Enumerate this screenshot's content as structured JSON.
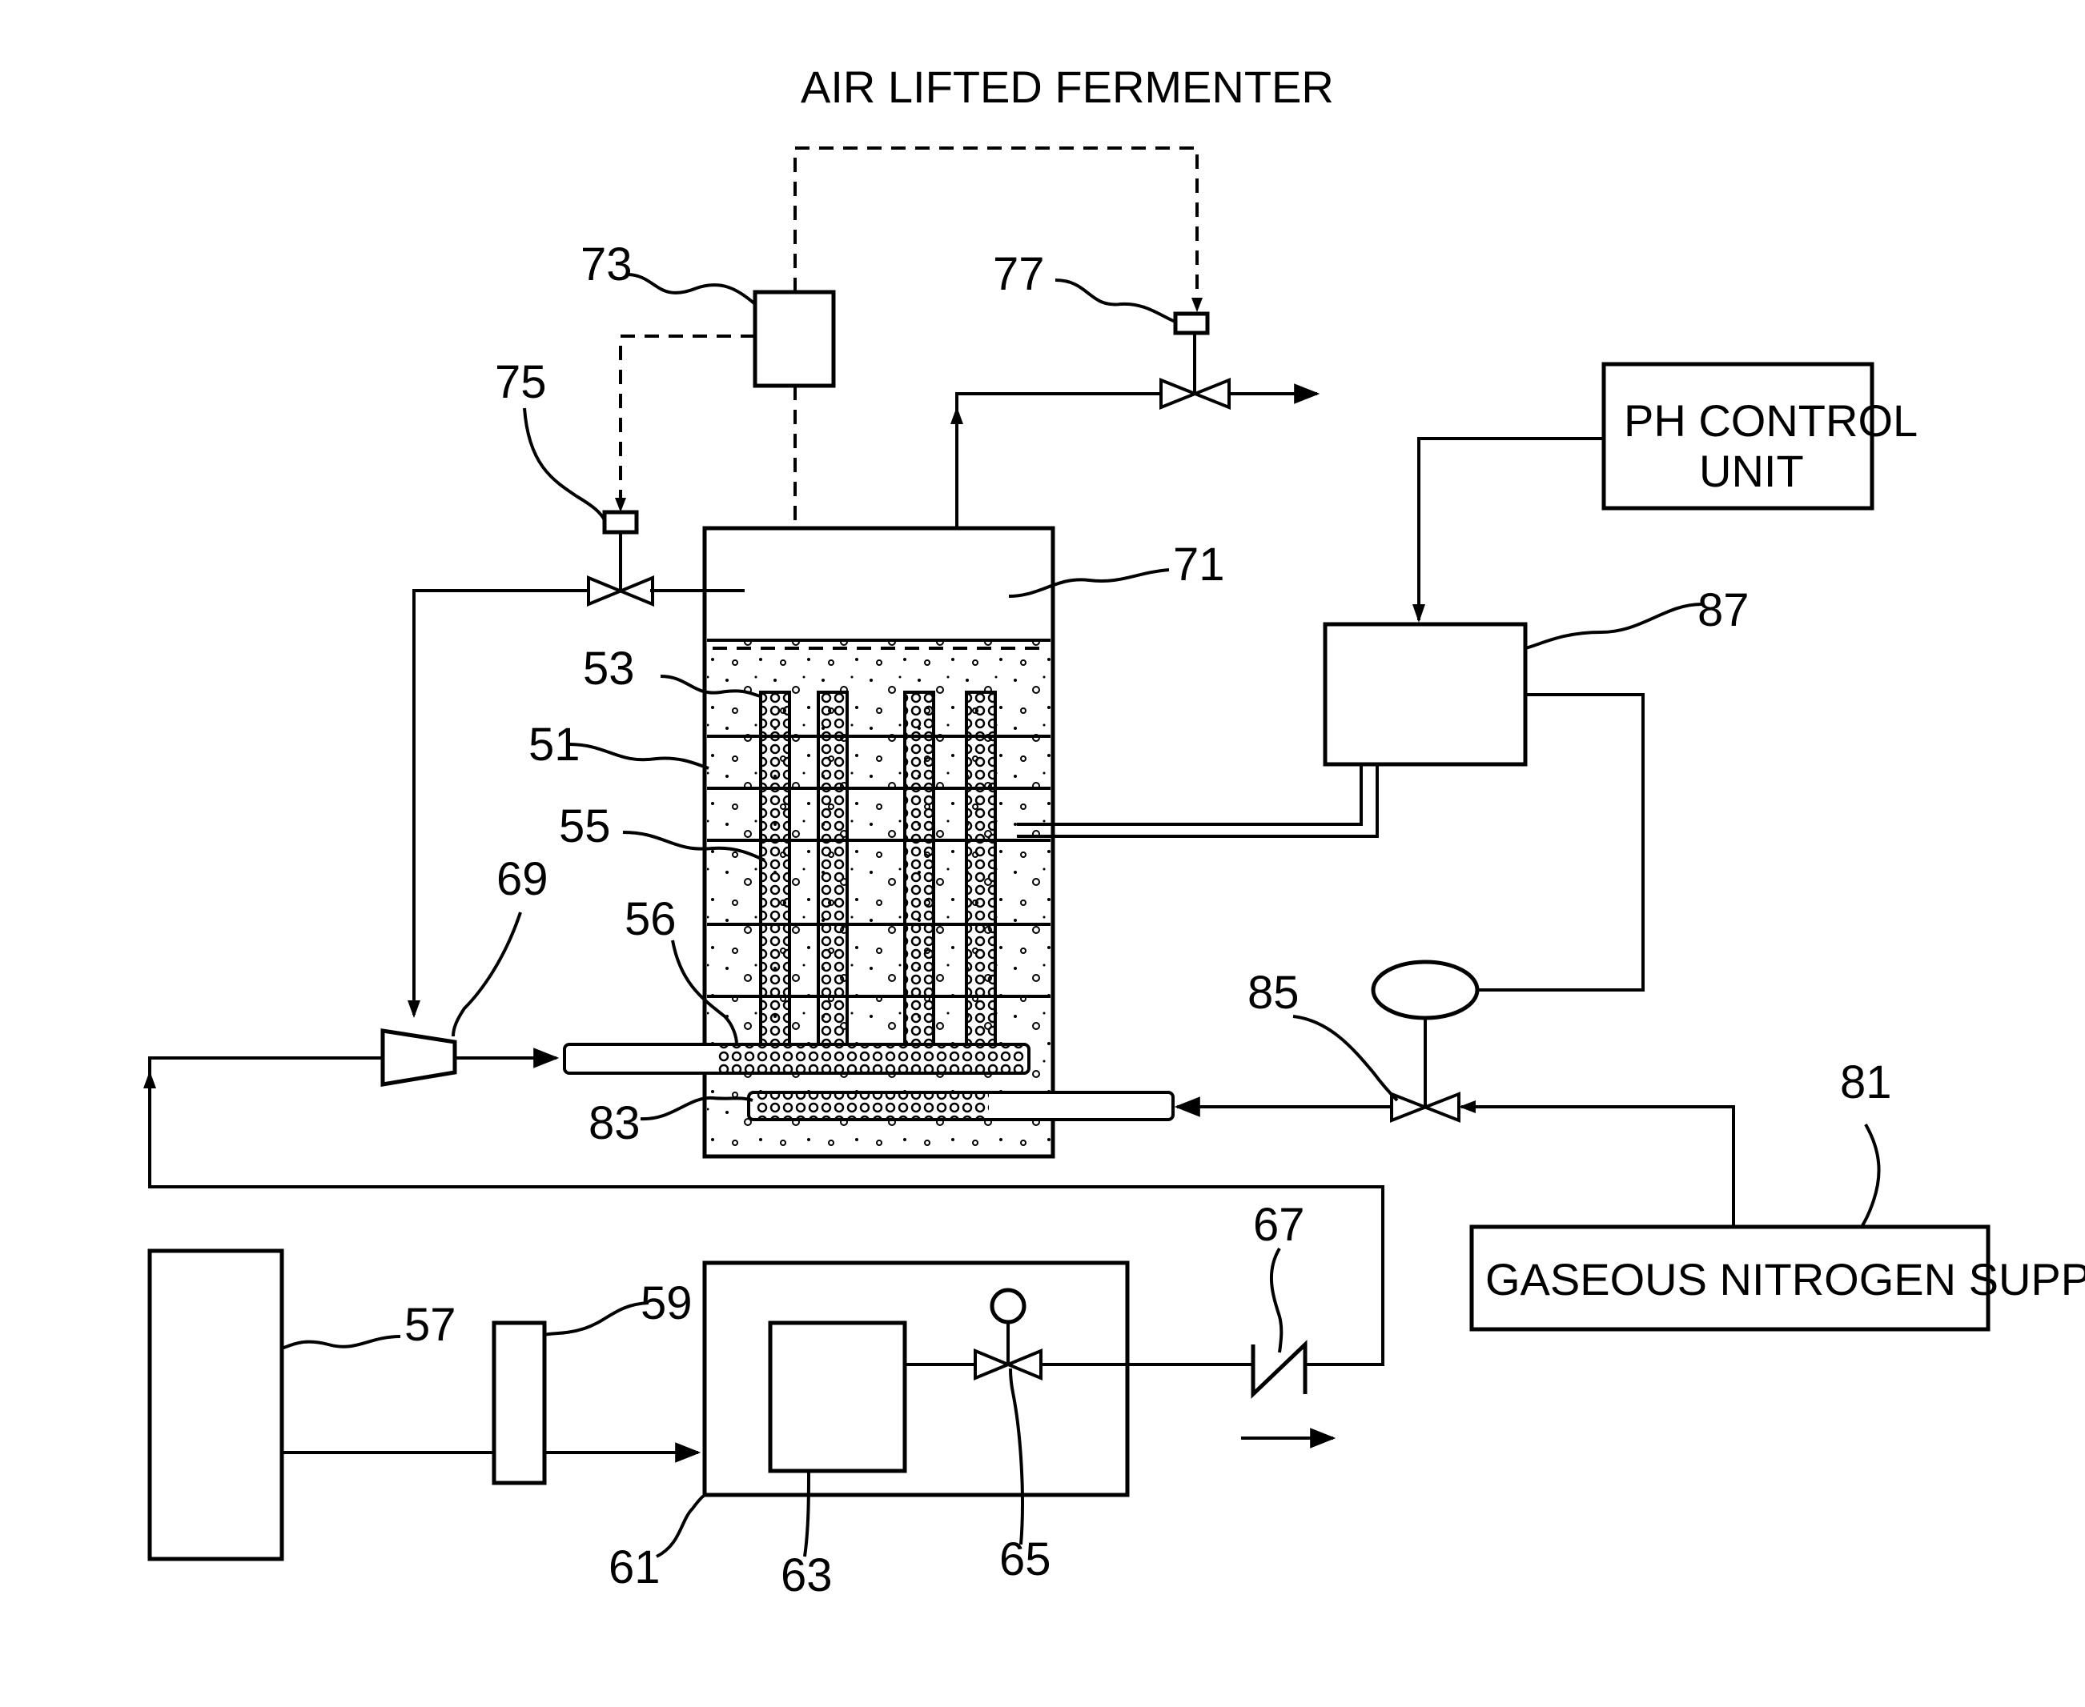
{
  "title": "AIR LIFTED FERMENTER",
  "units": {
    "ph_control_line1": "PH CONTROL",
    "ph_control_line2": "UNIT",
    "nitrogen_supply": "GASEOUS NITROGEN SUPPLY"
  },
  "labels": {
    "l51": "51",
    "l53": "53",
    "l55": "55",
    "l56": "56",
    "l57": "57",
    "l59": "59",
    "l61": "61",
    "l63": "63",
    "l65": "65",
    "l67": "67",
    "l69": "69",
    "l71": "71",
    "l73": "73",
    "l75": "75",
    "l77": "77",
    "l81": "81",
    "l83": "83",
    "l85": "85",
    "l87": "87"
  }
}
